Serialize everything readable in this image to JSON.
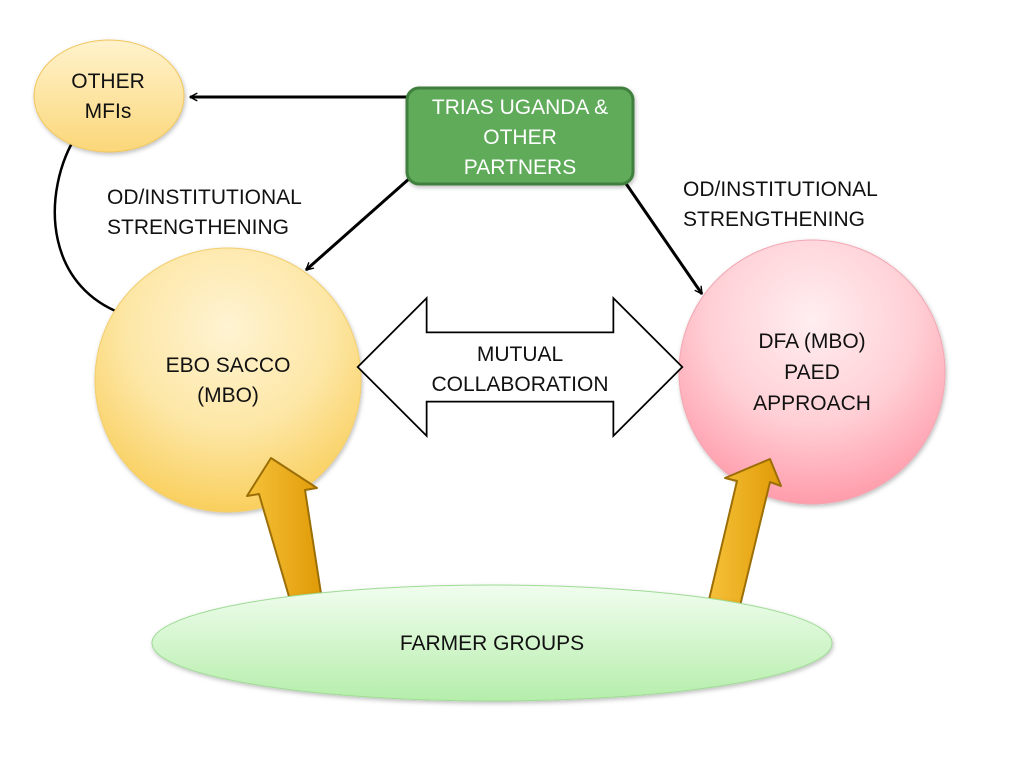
{
  "nodes": {
    "other_mfis": {
      "line1": "OTHER",
      "line2": "MFIs"
    },
    "trias": {
      "line1": "TRIAS UGANDA &",
      "line2": "OTHER",
      "line3": "PARTNERS"
    },
    "ebo_sacco": {
      "line1": "EBO SACCO",
      "line2": "(MBO)"
    },
    "dfa": {
      "line1": "DFA (MBO)",
      "line2": "PAED",
      "line3": "APPROACH"
    },
    "farmer_groups": {
      "label": "FARMER GROUPS"
    }
  },
  "labels": {
    "od_left": {
      "line1": "OD/INSTITUTIONAL",
      "line2": "STRENGTHENING"
    },
    "od_right": {
      "line1": "OD/INSTITUTIONAL",
      "line2": "STRENGTHENING"
    },
    "mutual": {
      "line1": "MUTUAL",
      "line2": "COLLABORATION"
    }
  },
  "colors": {
    "orange_light": "#fff0c8",
    "orange_dark": "#fbd46c",
    "pink_light": "#ffe9ec",
    "pink_dark": "#ff9aaa",
    "green_box": "#5faa5a",
    "green_box_border": "#3f7f3c",
    "green_ellipse_light": "#f2fdf0",
    "green_ellipse_dark": "#b9f0b0",
    "gold_arrow": "#e8a70a",
    "gold_arrow_border": "#9c6e06"
  }
}
